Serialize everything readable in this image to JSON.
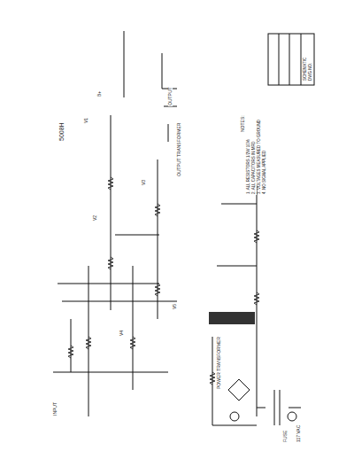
{
  "diagram": {
    "labels": [
      "5008H",
      "NOTES:",
      "1. ALL RESISTORS 1/2W 10%",
      "2. ALL CAPACITORS IN MFD",
      "3. VOLTAGES MEASURED TO GROUND",
      "4. NO SIGNAL APPLIED",
      "V1",
      "V2",
      "V3",
      "V4",
      "V5",
      "INPUT",
      "OUTPUT",
      "POWER TRANSFORMER",
      "OUTPUT TRANSFORMER",
      "FUSE",
      "117 VAC",
      "B+",
      "SCHEMATIC",
      "DWG NO."
    ]
  }
}
